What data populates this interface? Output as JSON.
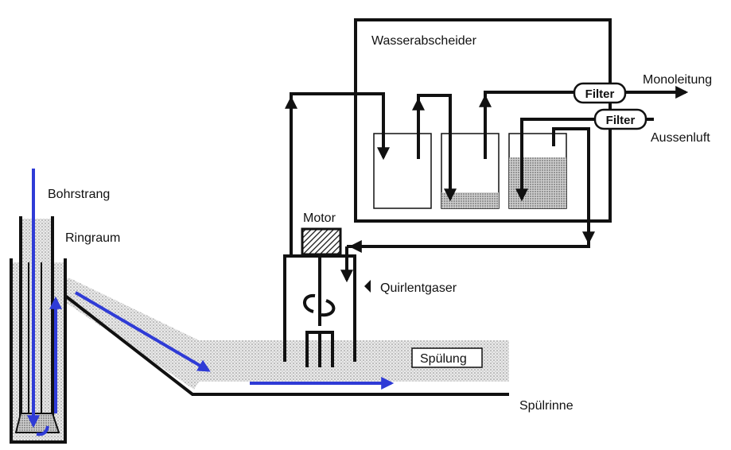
{
  "labels": {
    "water_separator": "Wasserabscheider",
    "mono_line": "Monoleitung",
    "outside_air": "Aussenluft",
    "filter_top": "Filter",
    "filter_bottom": "Filter",
    "drill_string": "Bohrstrang",
    "annulus": "Ringraum",
    "motor": "Motor",
    "degasser": "Quirlentgaser",
    "mud": "Spülung",
    "mud_trough": "Spülrinne"
  },
  "colors": {
    "line": "#111111",
    "flow_arrow": "#2f3bd6",
    "mud_fill": "dotted-gray",
    "background": "#ffffff"
  }
}
